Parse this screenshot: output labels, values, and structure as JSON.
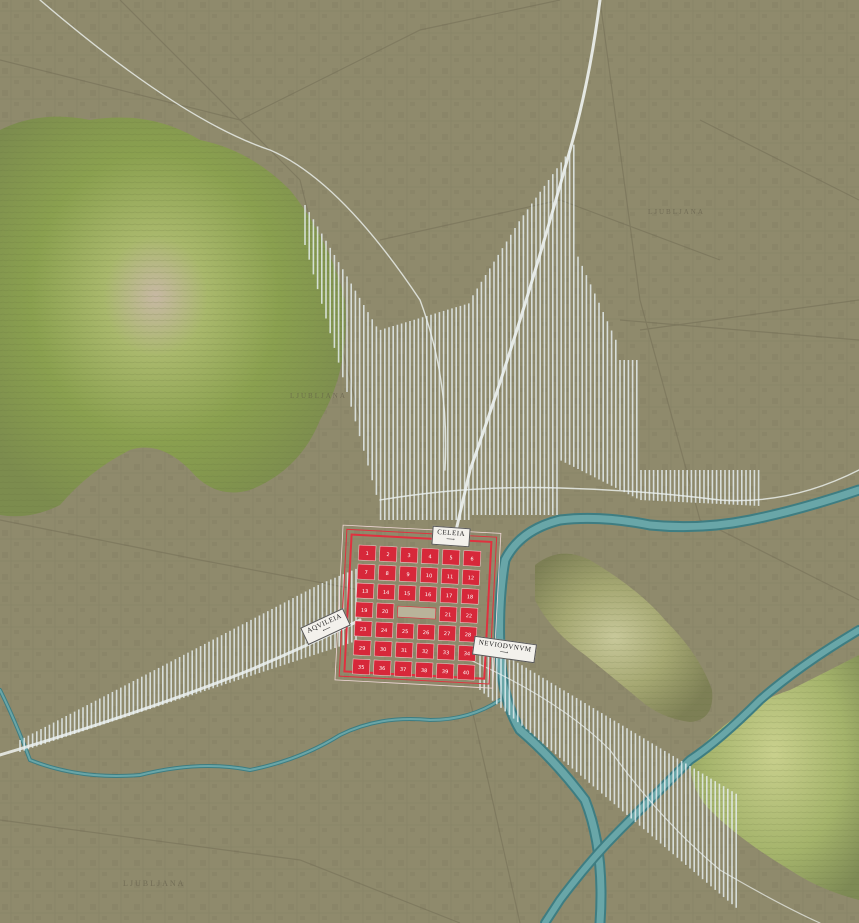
{
  "map": {
    "roads": {
      "celeia": "CELEIA",
      "aquileia": "AQVILEIA",
      "neviodunum": "NEVIODVNVM"
    },
    "town_labels": [
      "LJUBLJANA",
      "LJUBLJANA",
      "LJUBLJANA"
    ],
    "block_numbers": [
      [
        "1",
        "2",
        "3",
        "4",
        "5",
        "6"
      ],
      [
        "7",
        "8",
        "9",
        "10",
        "11",
        "12"
      ],
      [
        "13",
        "14",
        "15",
        "16",
        "17",
        "18"
      ],
      [
        "19",
        "20",
        "",
        "",
        "21",
        "22"
      ],
      [
        "23",
        "24",
        "25",
        "26",
        "27",
        "28"
      ],
      [
        "29",
        "30",
        "31",
        "32",
        "33",
        "34"
      ],
      [
        "35",
        "36",
        "37",
        "38",
        "39",
        "40"
      ]
    ],
    "colors": {
      "base": "#8f8a6c",
      "hills": "#a7b36a",
      "river": "#4f8f93",
      "roman_town": "#d7283a",
      "roads": "#f2f5f2"
    }
  }
}
